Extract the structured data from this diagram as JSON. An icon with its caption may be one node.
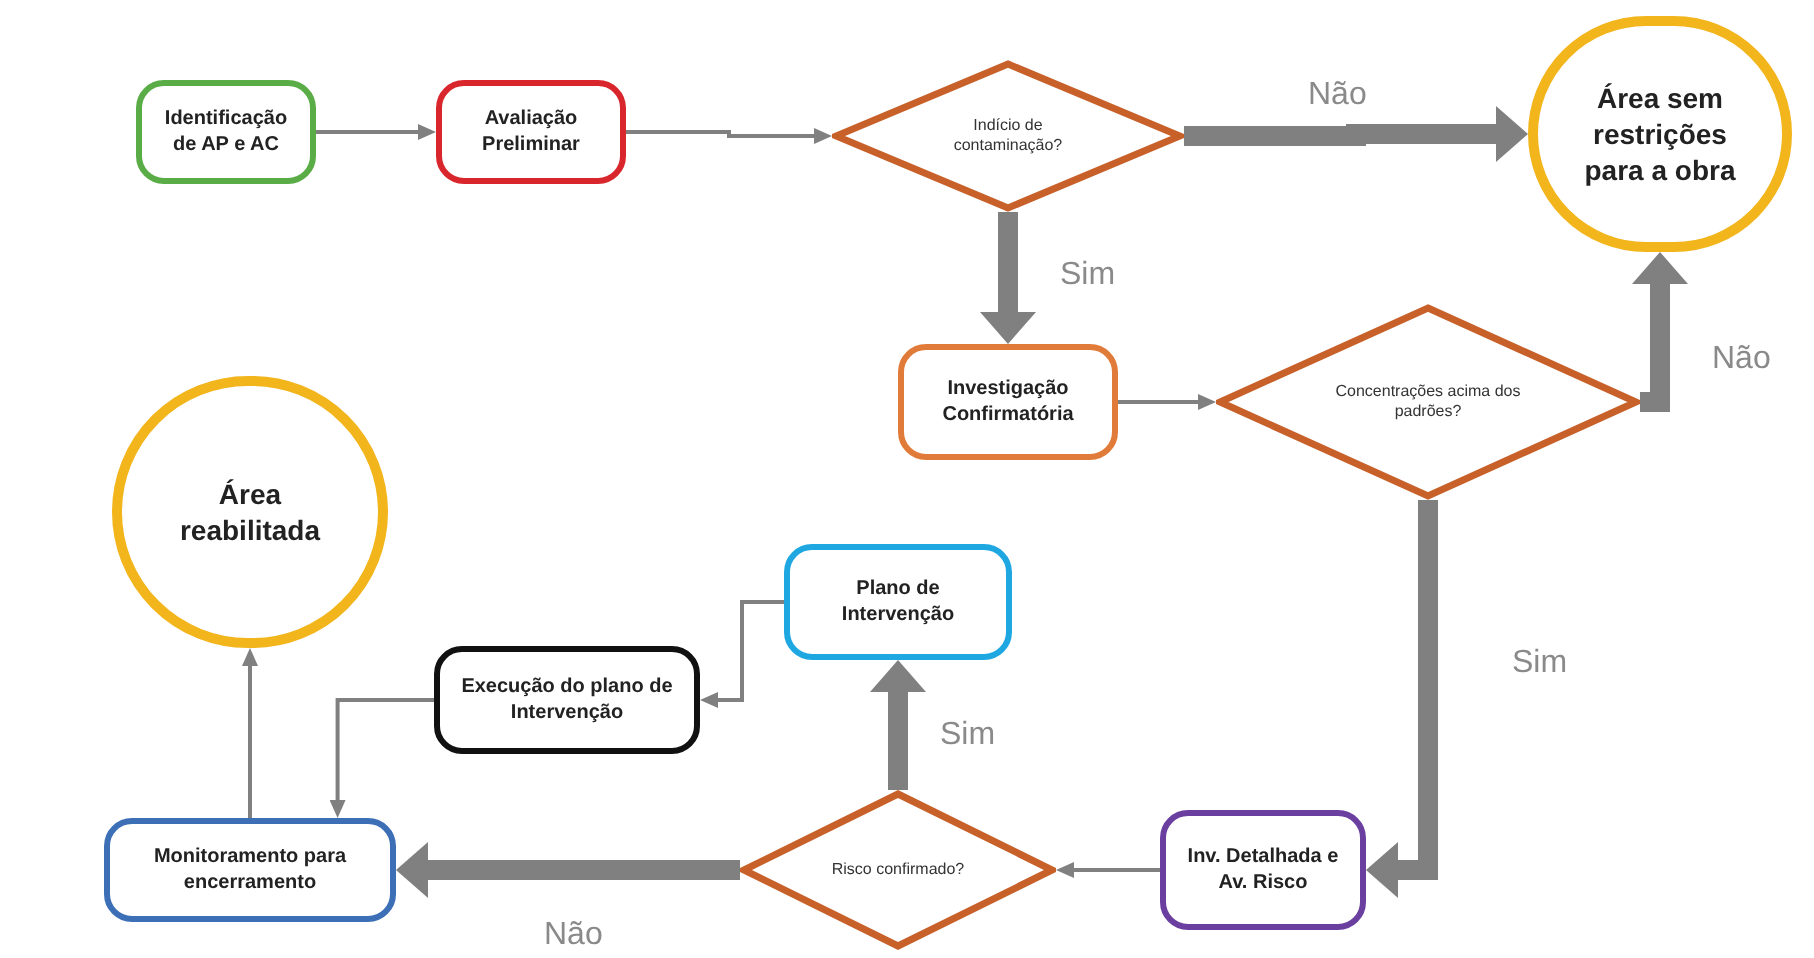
{
  "diagram": {
    "nodes": [
      {
        "text": [
          "Identificação de AP e AC"
        ]
      },
      {
        "text": [
          "Avaliação Preliminar"
        ]
      },
      {
        "text": [
          "Indício de contaminação?"
        ]
      },
      {
        "text": [
          "Área sem restrições para a obra"
        ]
      },
      {
        "text": [
          "Investigação Confirmatória"
        ]
      },
      {
        "text": [
          "Concentrações acima dos padrões?"
        ]
      },
      {
        "text": [
          "Área reabilitada"
        ]
      },
      {
        "text": [
          "Plano de Intervenção"
        ]
      },
      {
        "text": [
          "Execução do plano de Intervenção"
        ]
      },
      {
        "text": [
          "Risco confirmado?"
        ]
      },
      {
        "text": [
          "Inv. Detalhada e Av. Risco"
        ]
      },
      {
        "text": [
          "Monitoramento para encerramento"
        ]
      }
    ],
    "edges": [
      {
        "from": 0,
        "to": 1,
        "arrow": "to"
      },
      {
        "from": 1,
        "to": 2,
        "arrow": "to"
      },
      {
        "from": 2,
        "to": 3,
        "arrow": "to",
        "label": "Não",
        "style": "thick"
      },
      {
        "from": 2,
        "to": 4,
        "arrow": "to",
        "label": "Sim",
        "style": "thick"
      },
      {
        "from": 4,
        "to": 5,
        "arrow": "to"
      },
      {
        "from": 5,
        "to": 3,
        "arrow": "to",
        "label": "Não",
        "style": "thick"
      },
      {
        "from": 5,
        "to": 10,
        "arrow": "to",
        "label": "Sim",
        "style": "thick"
      },
      {
        "from": 10,
        "to": 9,
        "arrow": "to"
      },
      {
        "from": 9,
        "to": 7,
        "arrow": "to",
        "label": "Sim",
        "style": "thick"
      },
      {
        "from": 9,
        "to": 11,
        "arrow": "to",
        "label": "Não",
        "style": "thick"
      },
      {
        "from": 7,
        "to": 8,
        "arrow": "to"
      },
      {
        "from": 8,
        "to": 11,
        "arrow": "to"
      },
      {
        "from": 11,
        "to": 6,
        "arrow": "to"
      }
    ]
  }
}
